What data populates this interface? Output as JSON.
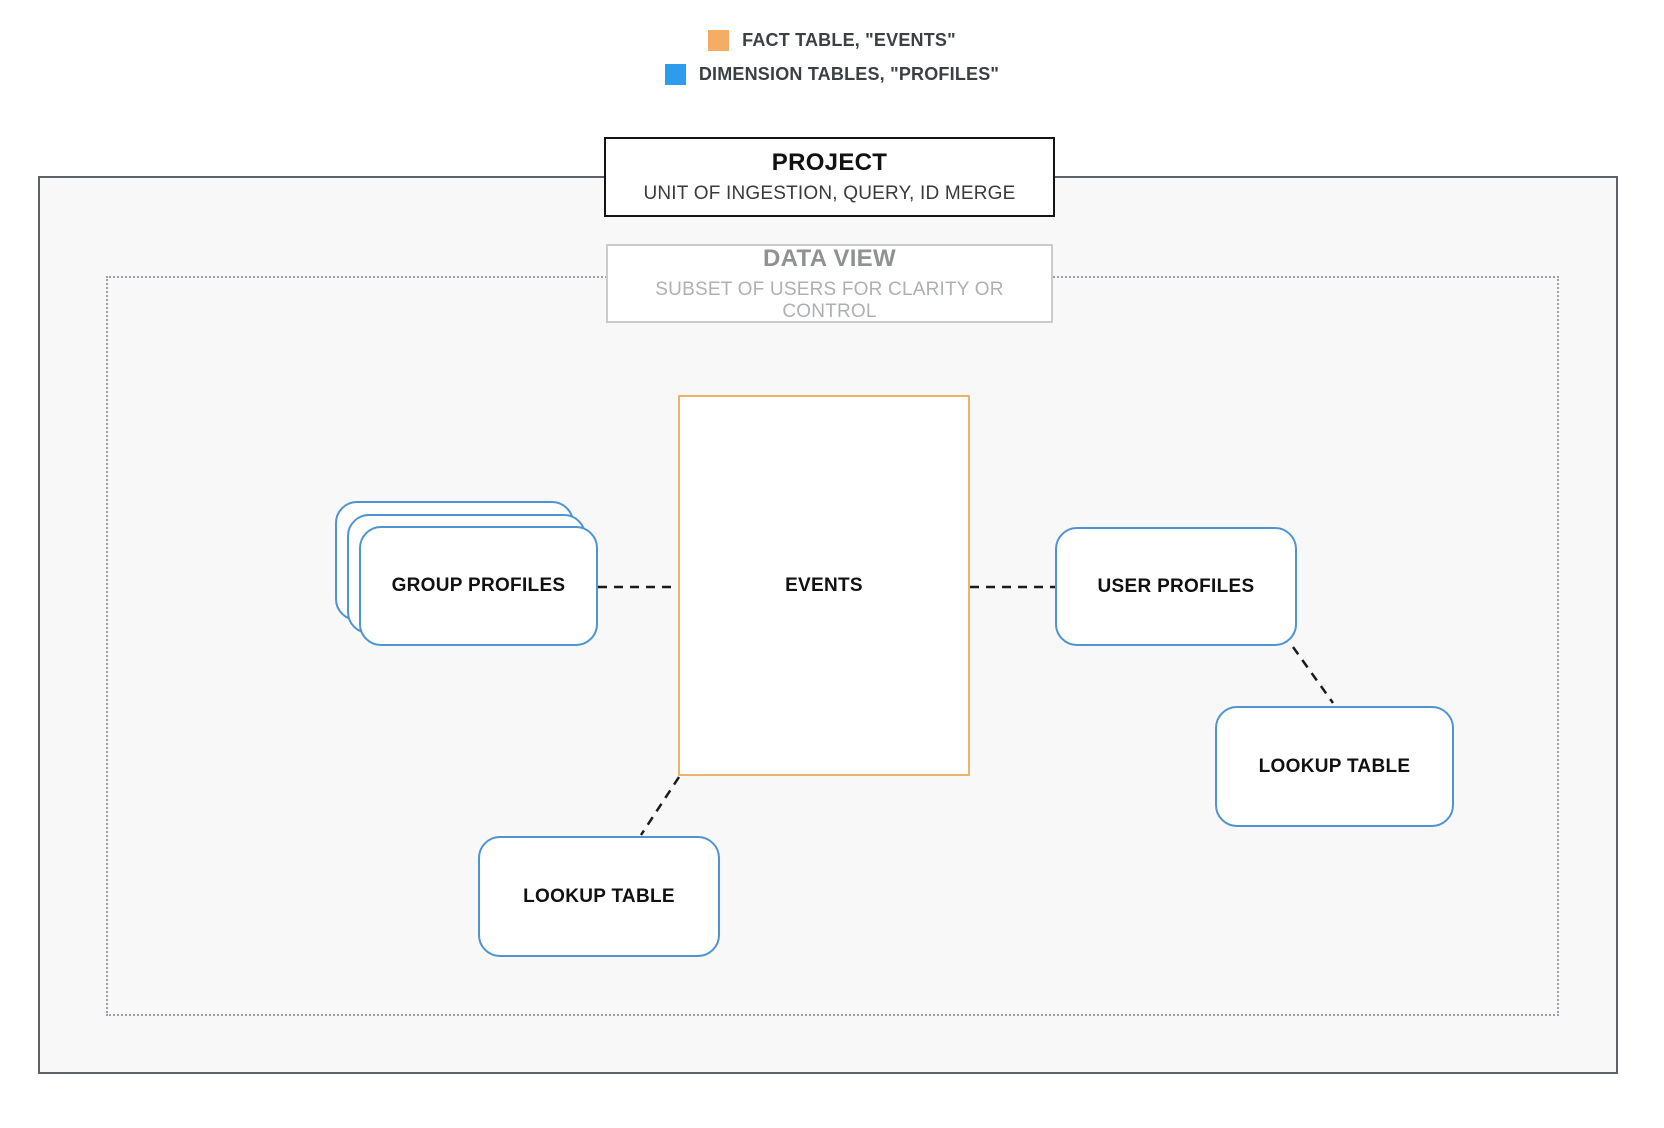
{
  "legend": {
    "items": [
      {
        "id": "fact",
        "label": "FACT TABLE, \"EVENTS\"",
        "color": "#f5ac64"
      },
      {
        "id": "dimension",
        "label": "DIMENSION TABLES, \"PROFILES\"",
        "color": "#2d9cec"
      }
    ]
  },
  "project": {
    "title": "PROJECT",
    "subtitle": "UNIT OF INGESTION, QUERY, ID MERGE"
  },
  "data_view": {
    "title": "DATA VIEW",
    "subtitle": "SUBSET OF USERS FOR CLARITY OR CONTROL"
  },
  "nodes": {
    "events": {
      "label": "EVENTS",
      "type": "fact"
    },
    "group_profiles": {
      "label": "GROUP PROFILES",
      "type": "dimension",
      "stack_count": 3
    },
    "user_profiles": {
      "label": "USER PROFILES",
      "type": "dimension"
    },
    "lookup_table_right": {
      "label": "LOOKUP TABLE",
      "type": "dimension"
    },
    "lookup_table_bottom": {
      "label": "LOOKUP TABLE",
      "type": "dimension"
    }
  },
  "edges": [
    {
      "from": "group_profiles",
      "to": "events",
      "style": "dashed"
    },
    {
      "from": "events",
      "to": "user_profiles",
      "style": "dashed"
    },
    {
      "from": "user_profiles",
      "to": "lookup_table_right",
      "style": "dashed"
    },
    {
      "from": "events",
      "to": "lookup_table_bottom",
      "style": "dashed"
    }
  ],
  "colors": {
    "fact_border": "#ecb36f",
    "dimension_border": "#4f93d1",
    "fact_legend_fill": "#f5ac64",
    "dimension_legend_fill": "#2d9cec",
    "project_border": "#141414",
    "data_view_border": "#cbcbcb",
    "boundary_fill": "#f8f8f9"
  }
}
